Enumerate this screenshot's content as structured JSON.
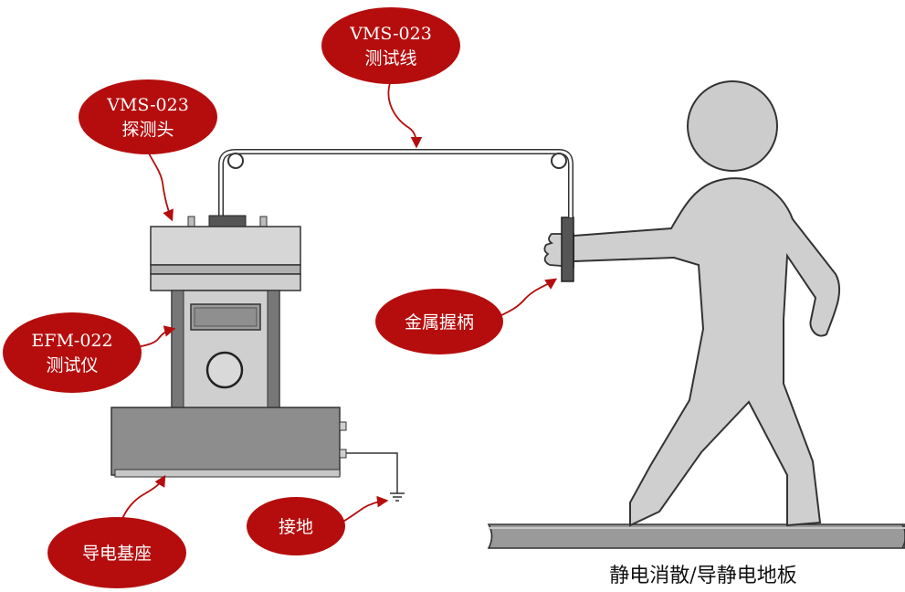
{
  "colors": {
    "callout_fill": "#b50d0d",
    "callout_text": "#ffffff",
    "arrow": "#b50d0d",
    "figure_fill": "#cfcfcf",
    "device_light": "#d3d3d3",
    "device_dark": "#8a8a8a",
    "floor_fill": "#999999"
  },
  "labels": {
    "test_lead": {
      "line1": "VMS-023",
      "line2": "测试线"
    },
    "probe": {
      "line1": "VMS-023",
      "line2": "探测头"
    },
    "meter": {
      "line1": "EFM-022",
      "line2": "测试仪"
    },
    "handle": {
      "line1": "金属握柄"
    },
    "ground": {
      "line1": "接地"
    },
    "base": {
      "line1": "导电基座"
    }
  },
  "floor_caption": "静电消散/导静电地板"
}
